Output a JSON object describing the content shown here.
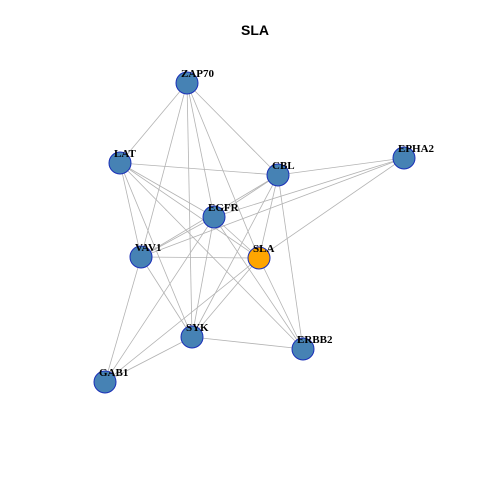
{
  "figure": {
    "title": "SLA"
  },
  "colors": {
    "node_fill": "#4682b4",
    "node_border": "#1a2fb8",
    "highlight_fill": "#ffa500",
    "edge": "#b3b3b3"
  },
  "nodes": [
    {
      "id": "ZAP70",
      "label": "ZAP70",
      "highlight": false
    },
    {
      "id": "LAT",
      "label": "LAT",
      "highlight": false
    },
    {
      "id": "CBL",
      "label": "CBL",
      "highlight": false
    },
    {
      "id": "EPHA2",
      "label": "EPHA2",
      "highlight": false
    },
    {
      "id": "EGFR",
      "label": "EGFR",
      "highlight": false
    },
    {
      "id": "VAV1",
      "label": "VAV1",
      "highlight": false
    },
    {
      "id": "SLA",
      "label": "SLA",
      "highlight": true
    },
    {
      "id": "SYK",
      "label": "SYK",
      "highlight": false
    },
    {
      "id": "ERBB2",
      "label": "ERBB2",
      "highlight": false
    },
    {
      "id": "GAB1",
      "label": "GAB1",
      "highlight": false
    }
  ],
  "edges": [
    [
      "ZAP70",
      "LAT"
    ],
    [
      "ZAP70",
      "CBL"
    ],
    [
      "ZAP70",
      "EGFR"
    ],
    [
      "ZAP70",
      "VAV1"
    ],
    [
      "ZAP70",
      "SLA"
    ],
    [
      "ZAP70",
      "SYK"
    ],
    [
      "LAT",
      "CBL"
    ],
    [
      "LAT",
      "EGFR"
    ],
    [
      "LAT",
      "VAV1"
    ],
    [
      "LAT",
      "SLA"
    ],
    [
      "LAT",
      "SYK"
    ],
    [
      "LAT",
      "ERBB2"
    ],
    [
      "CBL",
      "EPHA2"
    ],
    [
      "CBL",
      "EGFR"
    ],
    [
      "CBL",
      "VAV1"
    ],
    [
      "CBL",
      "SLA"
    ],
    [
      "CBL",
      "SYK"
    ],
    [
      "CBL",
      "ERBB2"
    ],
    [
      "EPHA2",
      "EGFR"
    ],
    [
      "EPHA2",
      "VAV1"
    ],
    [
      "EPHA2",
      "SLA"
    ],
    [
      "EGFR",
      "VAV1"
    ],
    [
      "EGFR",
      "SLA"
    ],
    [
      "EGFR",
      "SYK"
    ],
    [
      "EGFR",
      "ERBB2"
    ],
    [
      "EGFR",
      "GAB1"
    ],
    [
      "VAV1",
      "SLA"
    ],
    [
      "VAV1",
      "SYK"
    ],
    [
      "VAV1",
      "GAB1"
    ],
    [
      "SLA",
      "SYK"
    ],
    [
      "SLA",
      "ERBB2"
    ],
    [
      "SLA",
      "GAB1"
    ],
    [
      "SYK",
      "ERBB2"
    ],
    [
      "SYK",
      "GAB1"
    ]
  ]
}
